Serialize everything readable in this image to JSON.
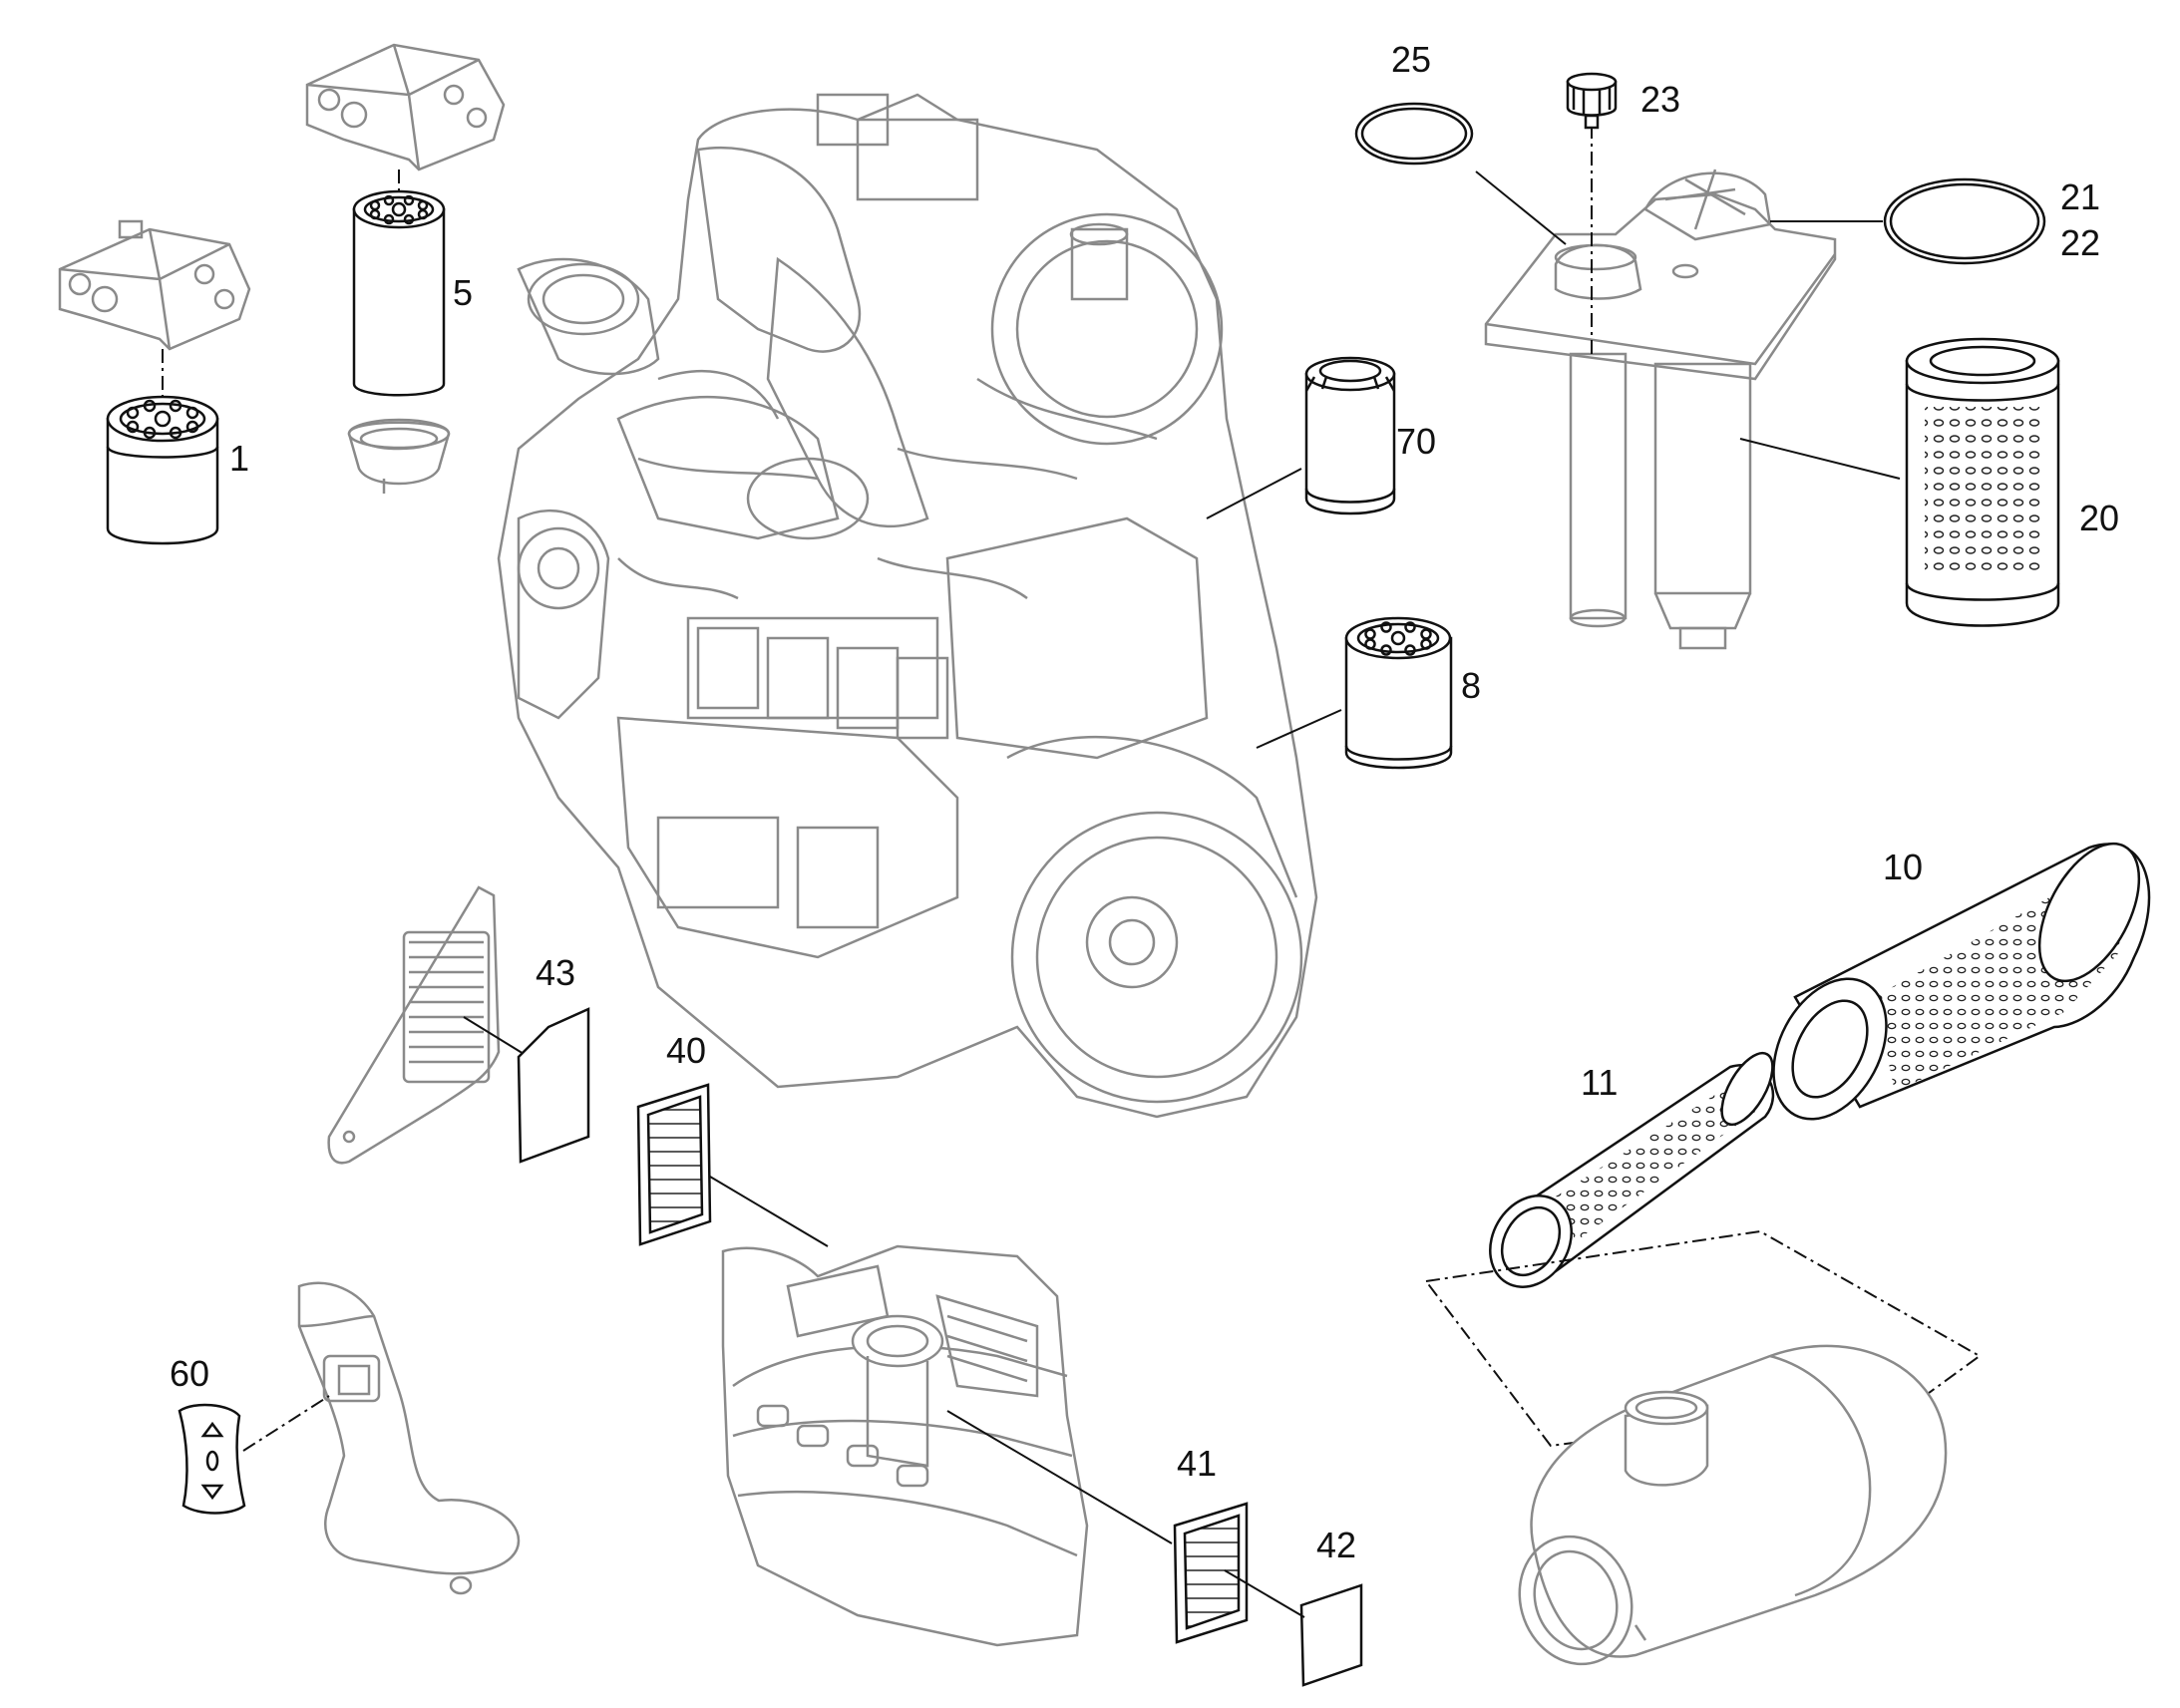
{
  "diagram": {
    "labels": {
      "p1": "1",
      "p5": "5",
      "p8": "8",
      "p10": "10",
      "p11": "11",
      "p20": "20",
      "p21": "21",
      "p22": "22",
      "p23": "23",
      "p25": "25",
      "p40": "40",
      "p41": "41",
      "p42": "42",
      "p43": "43",
      "p60": "60",
      "p70": "70"
    },
    "colors": {
      "part_line": "#111111",
      "context_line": "#8a8a8a",
      "background": "#ffffff"
    }
  }
}
